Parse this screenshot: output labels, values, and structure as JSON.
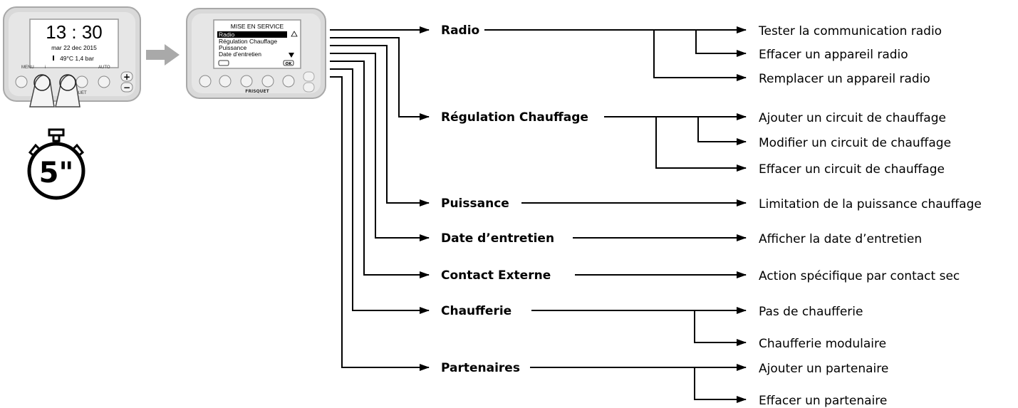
{
  "device_home": {
    "time": "13 : 30",
    "date": "mar 22 dec 2015",
    "status": "49°C  1,4 bar",
    "buttons": [
      "MENU",
      "i",
      "AUTO"
    ],
    "plus": "+",
    "minus": "−",
    "brand_partial": "RISQUET"
  },
  "device_menu": {
    "title": "MISE EN SERVICE",
    "items": [
      "Radio",
      "Régulation Chauffage",
      "Puissance",
      "Date d’entretien"
    ],
    "ok": "OK",
    "brand": "FRISQUET"
  },
  "timer": {
    "label": "5\""
  },
  "menu": [
    {
      "title": "Radio",
      "subs": [
        "Tester la communication radio",
        "Effacer un appareil radio",
        "Remplacer un appareil radio"
      ]
    },
    {
      "title": "Régulation Chauffage",
      "subs": [
        "Ajouter un circuit de chauffage",
        "Modifier un circuit de chauffage",
        "Effacer un circuit de chauffage"
      ]
    },
    {
      "title": "Puissance",
      "subs": [
        "Limitation de la puissance chauffage"
      ]
    },
    {
      "title": "Date d’entretien",
      "subs": [
        "Afficher la date d’entretien"
      ]
    },
    {
      "title": "Contact Externe",
      "subs": [
        "Action spécifique par contact sec"
      ]
    },
    {
      "title": "Chaufferie",
      "subs": [
        "Pas de chaufferie",
        "Chaufferie modulaire"
      ]
    },
    {
      "title": "Partenaires",
      "subs": [
        "Ajouter un partenaire",
        "Effacer un partenaire"
      ]
    }
  ],
  "colors": {
    "device_body": "#d9d9d9",
    "device_border": "#a8a8a8",
    "screen": "#ffffff",
    "arrow_grey": "#a9a9a9",
    "line": "#000000"
  }
}
